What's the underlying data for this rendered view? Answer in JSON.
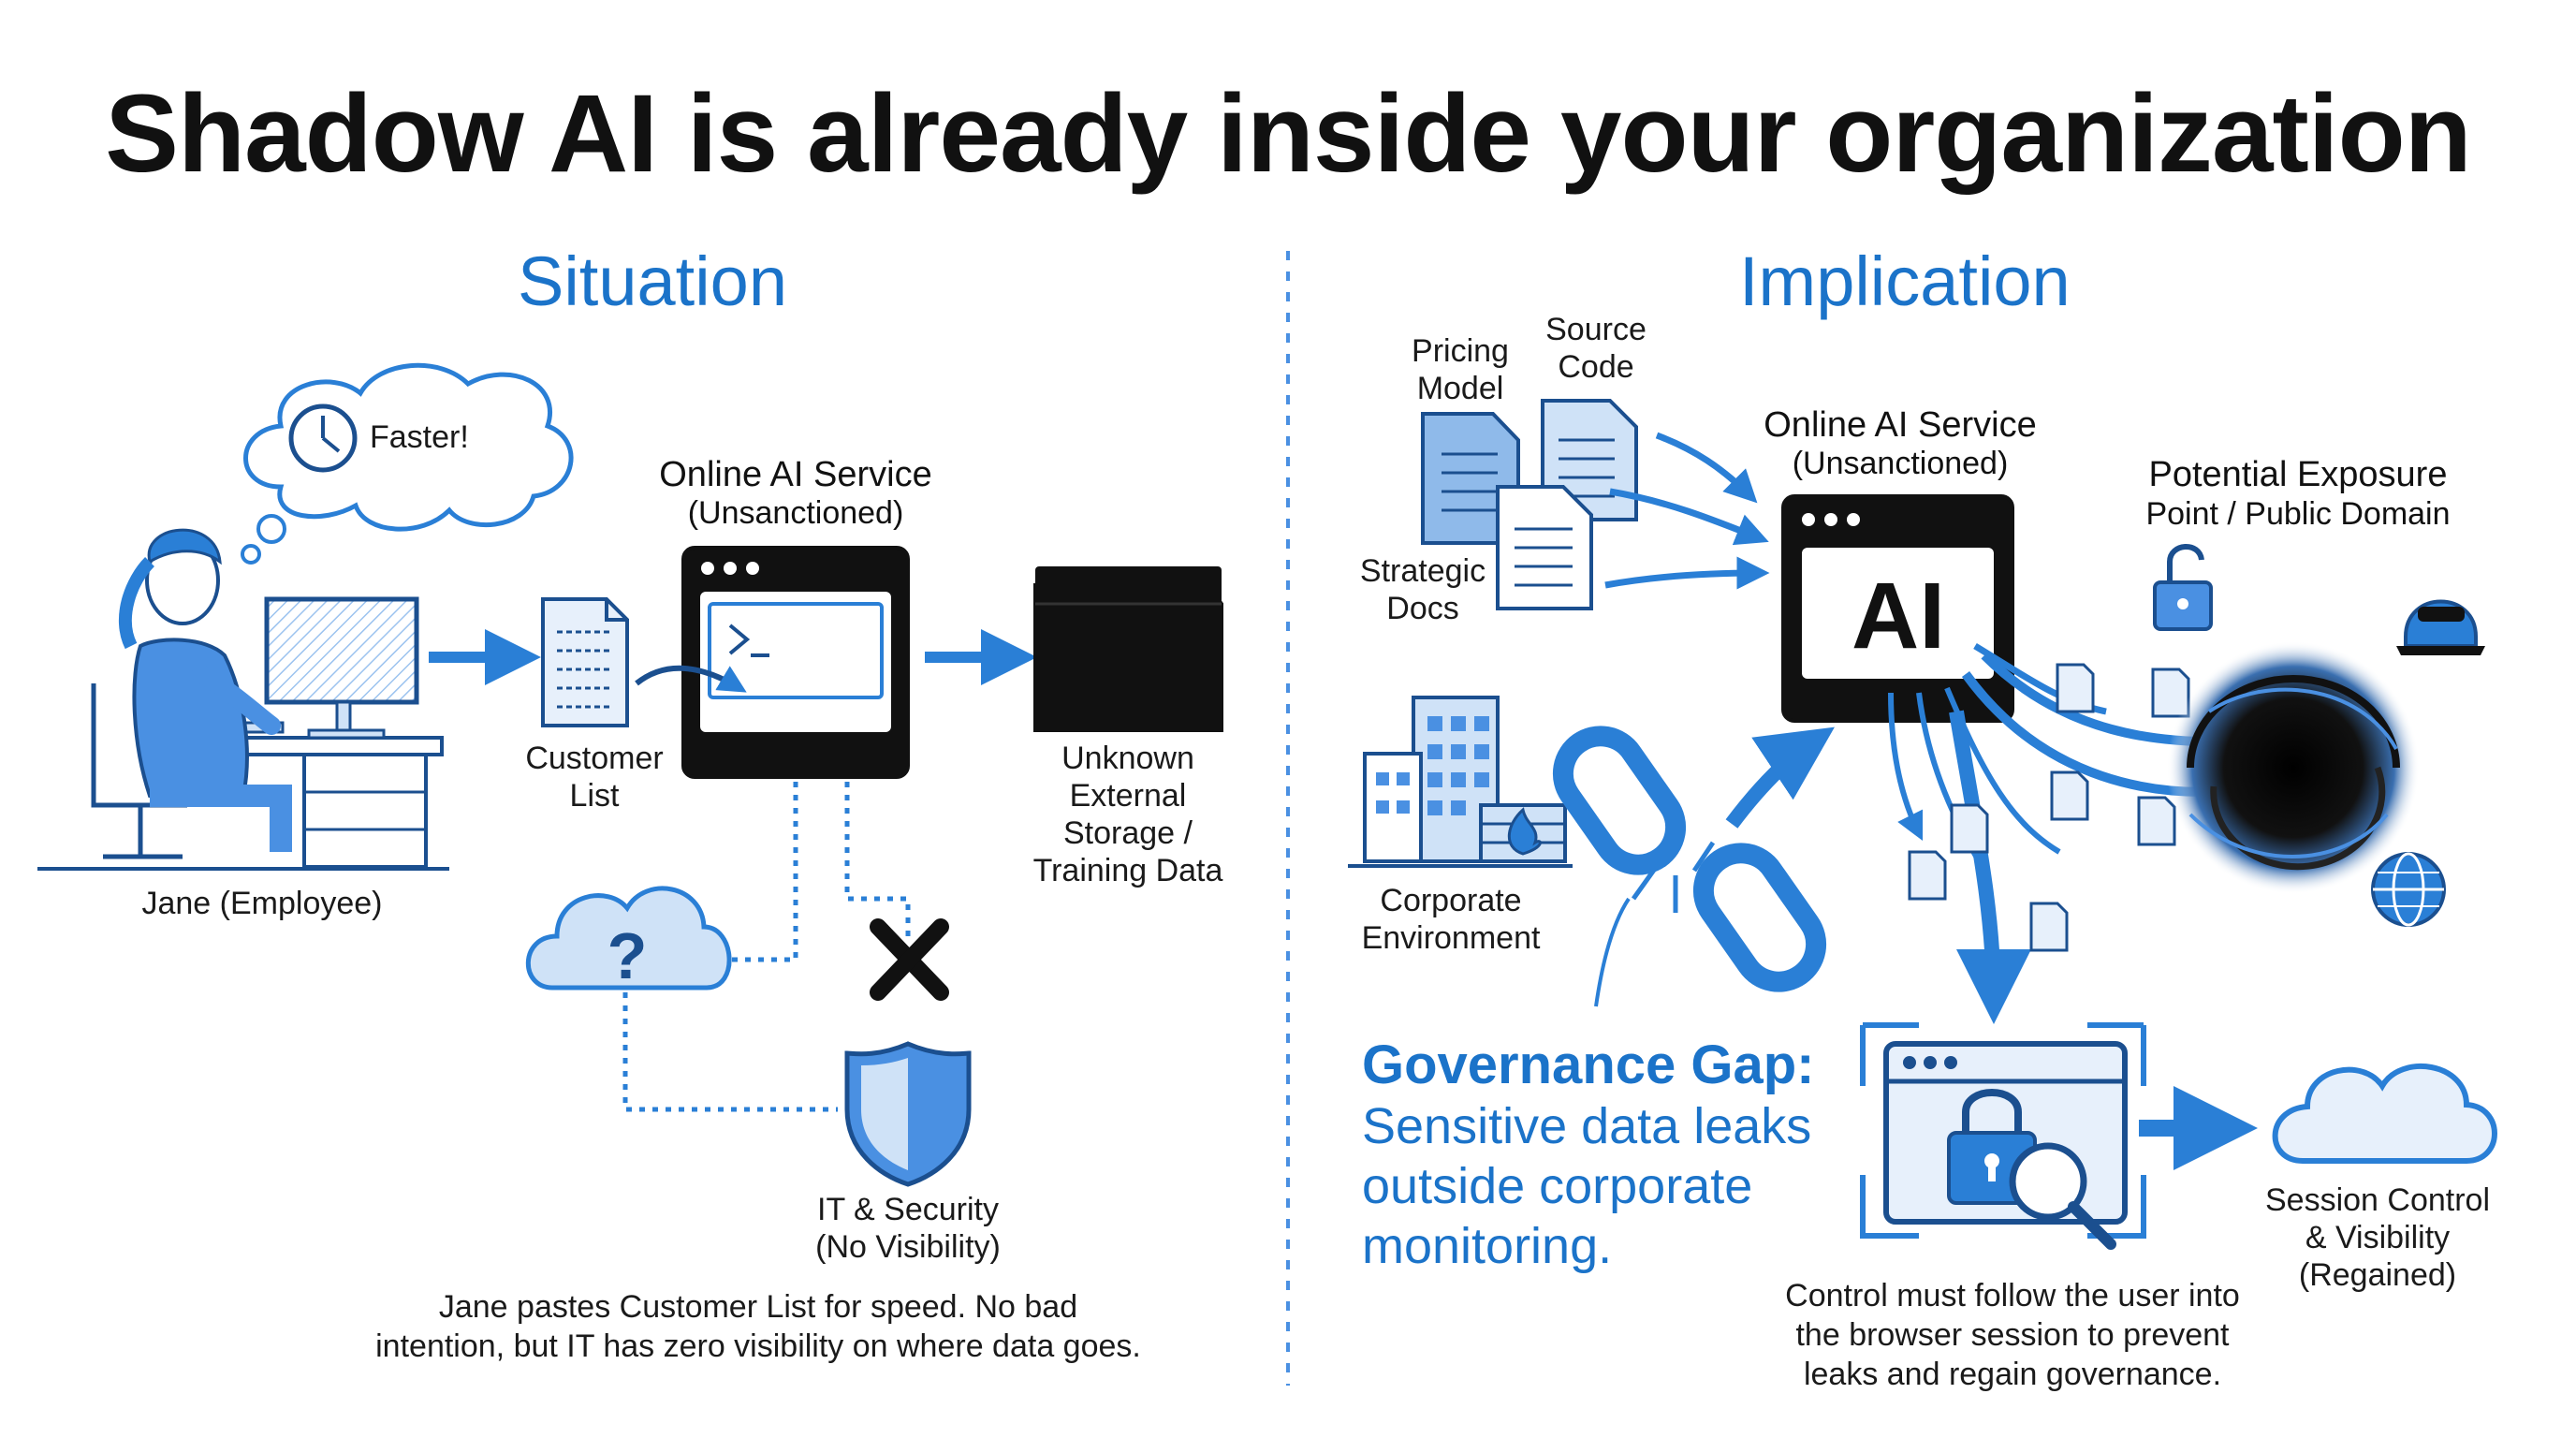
{
  "title": "Shadow AI is already inside your organization",
  "situation": {
    "heading": "Situation",
    "thought_bubble": "Faster!",
    "employee_label": "Jane (Employee)",
    "customer_list_label": [
      "Customer",
      "List"
    ],
    "ai_service_title": "Online AI Service",
    "ai_service_subtitle": "(Unsanctioned)",
    "unknown_storage_label": [
      "Unknown",
      "External",
      "Storage /",
      "Training Data"
    ],
    "unknown_cloud_glyph": "?",
    "it_label": [
      "IT & Security",
      "(No Visibility)"
    ],
    "caption": [
      "Jane pastes Customer List for speed. No bad",
      "intention, but IT has zero visibility on where data goes."
    ]
  },
  "implication": {
    "heading": "Implication",
    "docs": {
      "pricing": [
        "Pricing",
        "Model"
      ],
      "source": [
        "Source",
        "Code"
      ],
      "strategic": [
        "Strategic",
        "Docs"
      ]
    },
    "ai_service_title": "Online AI Service",
    "ai_service_subtitle": "(Unsanctioned)",
    "ai_logo": "AI",
    "exposure_label": [
      "Potential Exposure",
      "Point / Public Domain"
    ],
    "corporate_label": [
      "Corporate",
      "Environment"
    ],
    "gap_title": "Governance Gap:",
    "gap_body": [
      "Sensitive data leaks",
      "outside corporate",
      "monitoring."
    ],
    "control_caption": [
      "Control must follow the user into",
      "the browser session to prevent",
      "leaks and regain governance."
    ],
    "session_label": [
      "Session Control",
      "& Visibility",
      "(Regained)"
    ]
  },
  "colors": {
    "accent": "#1b73c9",
    "fill": "#4a90e2",
    "light": "#cfe2f7",
    "ink": "#111111"
  }
}
